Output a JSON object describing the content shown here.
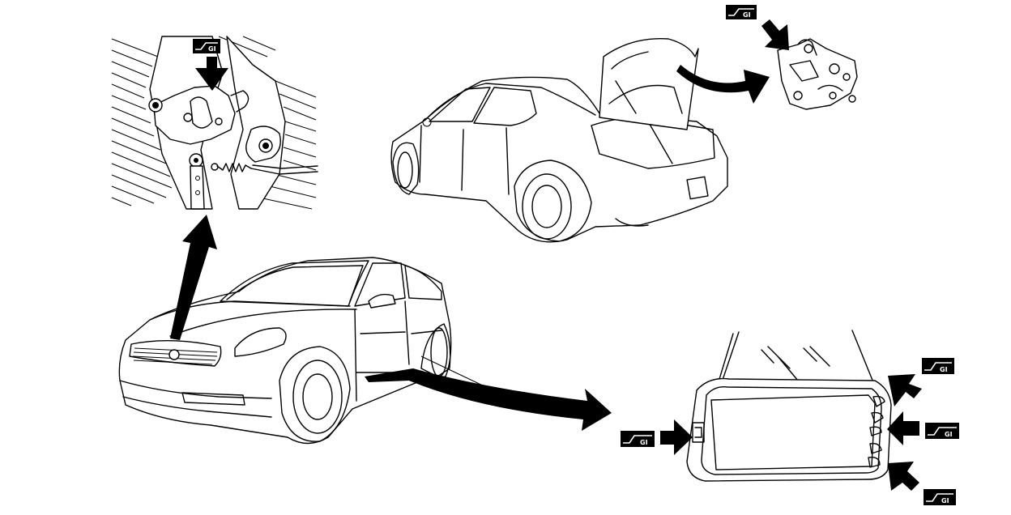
{
  "badges": [
    {
      "id": "hood-latch",
      "label": "GI"
    },
    {
      "id": "trunk-hinge",
      "label": "GI"
    },
    {
      "id": "door-upper",
      "label": "GI"
    },
    {
      "id": "door-mid",
      "label": "GI"
    },
    {
      "id": "door-lower",
      "label": "GI"
    },
    {
      "id": "door-striker",
      "label": "GI"
    }
  ],
  "colors": {
    "line": "#000000",
    "background": "#ffffff"
  }
}
